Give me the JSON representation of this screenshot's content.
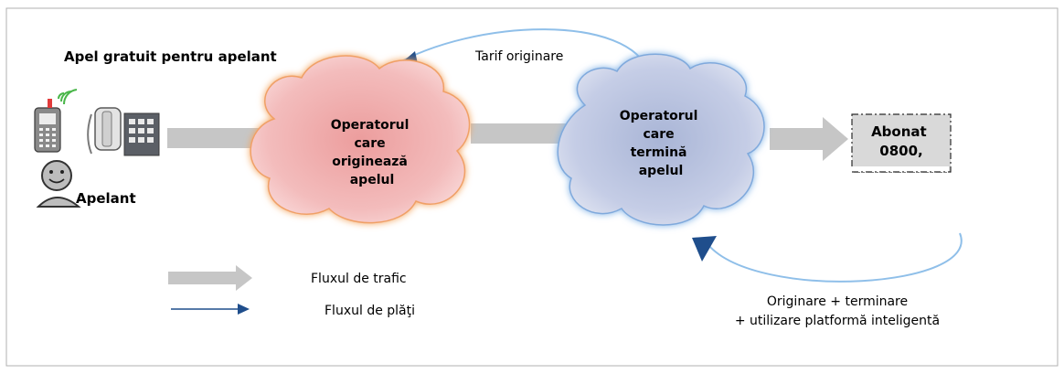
{
  "title": "Apel gratuit pentru apelant",
  "caller": {
    "label": "Apelant",
    "icons": [
      "mobile-phone-icon",
      "desk-phone-icon",
      "person-icon"
    ]
  },
  "origin_cloud": {
    "lines": [
      "Operatorul",
      "care",
      "originează",
      "apelul"
    ],
    "fill": "#e9a3a3",
    "glow": "#f4a35c"
  },
  "term_cloud": {
    "lines": [
      "Operatorul",
      "care",
      "termină",
      "apelul"
    ],
    "fill": "#b3bfdc",
    "glow": "#7fb1e6"
  },
  "subscriber": {
    "lines": [
      "Abonat",
      "0800,"
    ]
  },
  "payments": {
    "top": "Tarif originare",
    "bottom_line1": "Originare + terminare",
    "bottom_line2": "+ utilizare platformă inteligentă"
  },
  "legend": {
    "traffic": "Fluxul de trafic",
    "payment": "Fluxul de plăţi"
  },
  "colors": {
    "traffic_arrow": "#c6c6c6",
    "payment_arrow": "#8fbfe9",
    "payment_arrowhead": "#1f4e8c",
    "frame": "#b0b0b0"
  }
}
